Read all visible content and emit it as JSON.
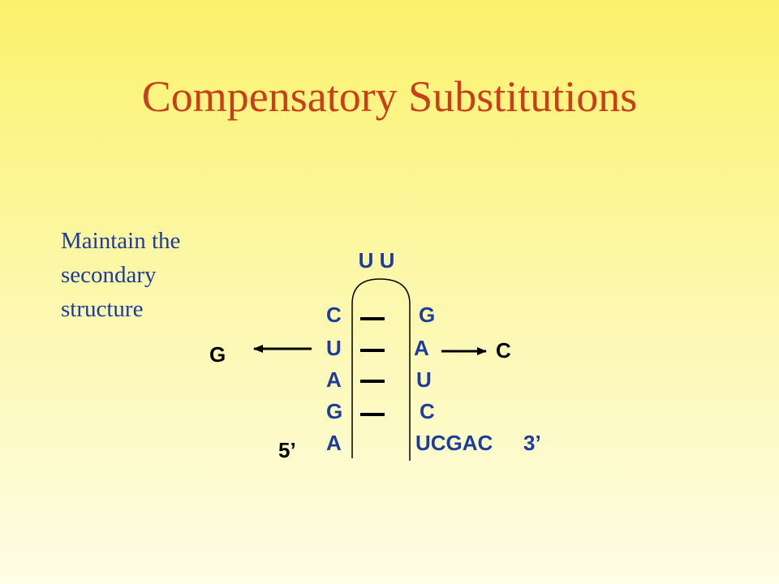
{
  "title": "Compensatory Substitutions",
  "note": {
    "line1": "Maintain the",
    "line2": "secondary",
    "line3": "structure"
  },
  "hairpin": {
    "loop": "U U",
    "left_strand": [
      "C",
      "U",
      "A",
      "G",
      "A"
    ],
    "right_strand": [
      "G",
      "A",
      "U",
      "C"
    ],
    "tail_3prime": "UCGAC",
    "end_3prime": "3’",
    "end_5prime": "5’"
  },
  "substitutions": {
    "left": "G",
    "right": "C"
  },
  "colors": {
    "title": "#c8401a",
    "text": "#1e3c9a",
    "marks": "#000000"
  }
}
